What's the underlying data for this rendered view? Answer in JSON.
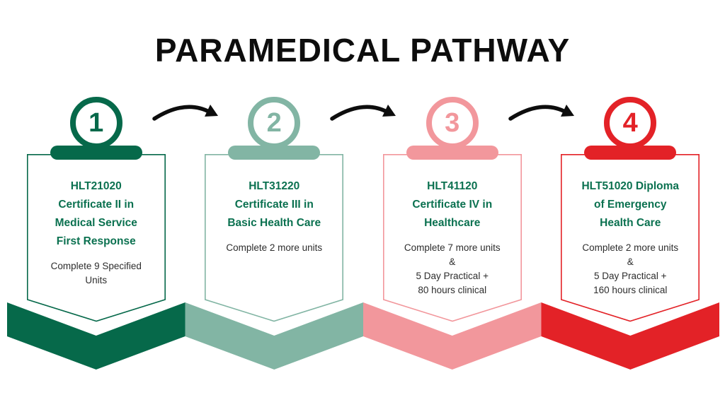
{
  "title": "PARAMEDICAL PATHWAY",
  "colors": {
    "background": "#ffffff",
    "title_text": "#0d0d0d",
    "card_title_text": "#0b7150",
    "card_body_text": "#2d2d2d",
    "arrow": "#0d0d0d"
  },
  "steps": [
    {
      "number": "1",
      "color": "#06694a",
      "course_title": "HLT21020\nCertificate II in\nMedical Service\nFirst Response",
      "requirements": "Complete 9 Specified\nUnits"
    },
    {
      "number": "2",
      "color": "#82b5a4",
      "course_title": "HLT31220\nCertificate III in\nBasic Health Care",
      "requirements": "Complete 2 more units"
    },
    {
      "number": "3",
      "color": "#f2979c",
      "course_title": "HLT41120\nCertificate IV in\nHealthcare",
      "requirements": "Complete 7 more units\n&\n5 Day Practical +\n80 hours clinical"
    },
    {
      "number": "4",
      "color": "#e32227",
      "course_title": "HLT51020 Diploma\nof Emergency\nHealth Care",
      "requirements": "Complete 2 more units\n&\n5 Day Practical +\n160 hours clinical"
    }
  ],
  "connector_arrow_count": 3
}
